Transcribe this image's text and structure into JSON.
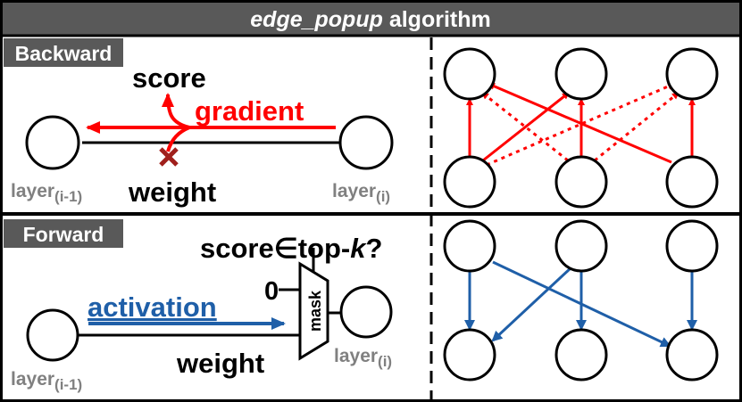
{
  "title": {
    "italic": "edge_popup",
    "rest": " algorithm"
  },
  "backward": {
    "label": "Backward",
    "score": "score",
    "gradient": "gradient",
    "weight": "weight",
    "layer_left": {
      "base": "layer",
      "sub": "(i-1)"
    },
    "layer_right": {
      "base": "layer",
      "sub": "(i)"
    }
  },
  "forward": {
    "label": "Forward",
    "score_question": {
      "prefix": "score∈top-",
      "k": "k",
      "suffix": "?"
    },
    "zero": "0",
    "mask": "mask",
    "activation": "activation",
    "weight": "weight",
    "layer_left": {
      "base": "layer",
      "sub": "(i-1)"
    },
    "layer_right": {
      "base": "layer",
      "sub": "(i)"
    }
  },
  "colors": {
    "title_bar": "#595959",
    "gradient_red": "#ff0000",
    "activation_blue": "#1f5fa8",
    "label_gray": "#808080",
    "x_mark": "#a0201c"
  }
}
